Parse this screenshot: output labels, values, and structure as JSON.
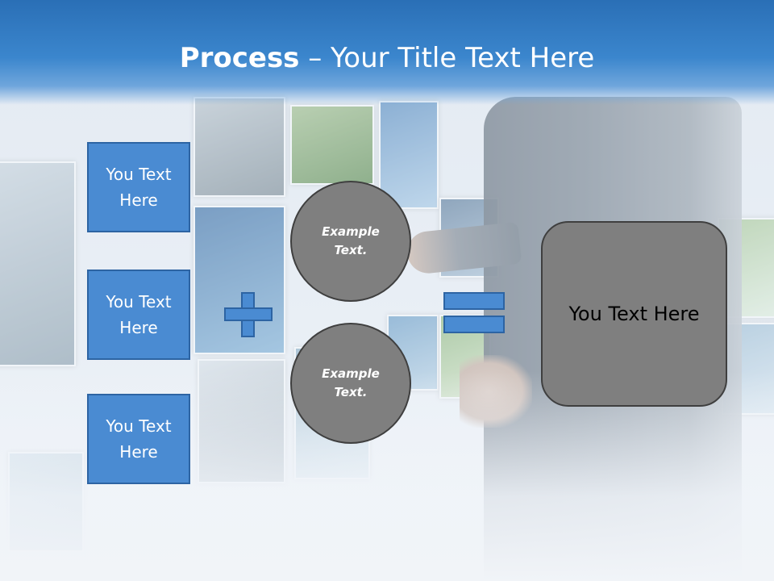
{
  "slide": {
    "title_bold": "Process",
    "title_rest": " – Your Title Text Here"
  },
  "diagram": {
    "left_boxes": [
      {
        "label": "You Text Here"
      },
      {
        "label": "You Text Here"
      },
      {
        "label": "You Text Here"
      }
    ],
    "circles": [
      {
        "label": "Example Text."
      },
      {
        "label": "Example Text."
      }
    ],
    "result": {
      "label": "You Text Here"
    }
  },
  "colors": {
    "header_blue": "#3b86cd",
    "box_blue": "#4a8bd2",
    "box_border": "#2d64a3",
    "gray_shape": "#7f7f7f"
  }
}
